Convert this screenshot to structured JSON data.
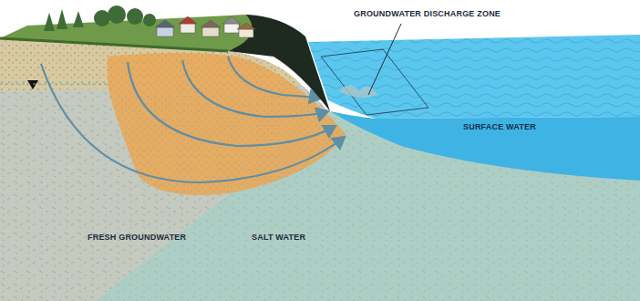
{
  "diagram": {
    "labels": [
      "GROUNDWATER DISCHARGE ZONE",
      "SURFACE WATER",
      "FRESH GROUNDWATER",
      "SALT WATER"
    ]
  }
}
